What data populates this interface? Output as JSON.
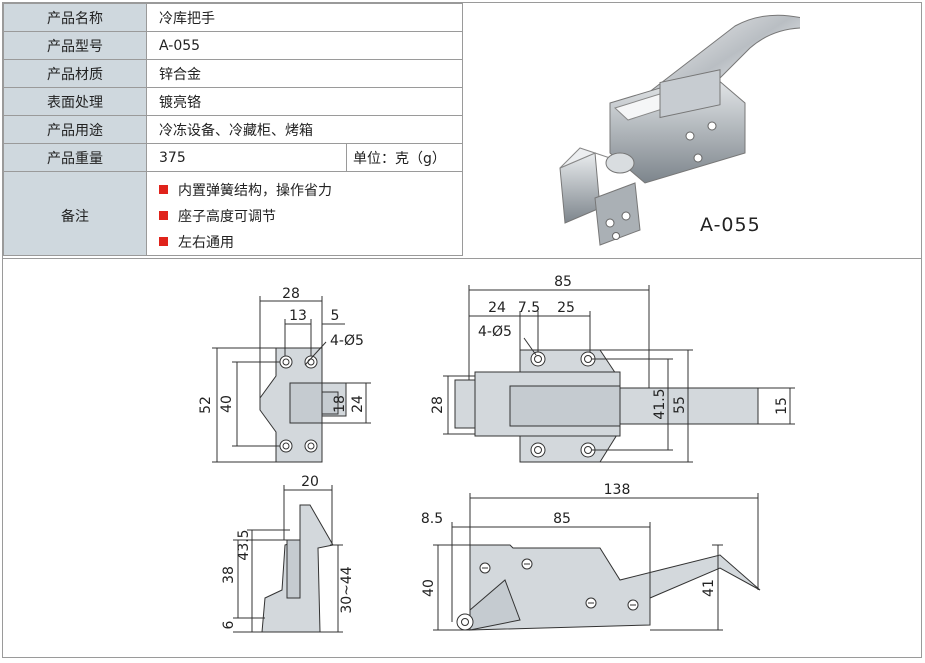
{
  "spec": {
    "rows": [
      {
        "label": "产品名称",
        "value": "冷库把手"
      },
      {
        "label": "产品型号",
        "value": "A-055"
      },
      {
        "label": "产品材质",
        "value": "锌合金"
      },
      {
        "label": "表面处理",
        "value": "镀亮铬"
      },
      {
        "label": "产品用途",
        "value": "冷冻设备、冷藏柜、烤箱"
      }
    ],
    "weight": {
      "label": "产品重量",
      "value": "375",
      "unit": "单位：克（g）"
    },
    "notes": {
      "label": "备注",
      "items": [
        "内置弹簧结构，操作省力",
        "座子高度可调节",
        "左右通用"
      ],
      "bullet_color": "#e0231b"
    }
  },
  "photo_label": "A-055",
  "dimensions": {
    "front": {
      "w28": "28",
      "w13": "13",
      "w5": "5",
      "hole": "4-Ø5",
      "h52": "52",
      "h40": "40",
      "h18": "18",
      "h24": "24"
    },
    "top": {
      "w85": "85",
      "w24": "24",
      "w7_5": "7.5",
      "w25": "25",
      "hole": "4-Ø5",
      "h28": "28",
      "h41_5": "41.5",
      "h55": "55",
      "h15": "15"
    },
    "side": {
      "w20": "20",
      "h43_5": "43.5",
      "h38": "38",
      "h6": "6",
      "h30_44": "30~44"
    },
    "elev": {
      "w138": "138",
      "w8_5": "8.5",
      "w85": "85",
      "h40": "40",
      "h41": "41"
    }
  },
  "colors": {
    "label_bg": "#cfd8de",
    "part_fill": "#d3d8dc",
    "line": "#333333"
  }
}
